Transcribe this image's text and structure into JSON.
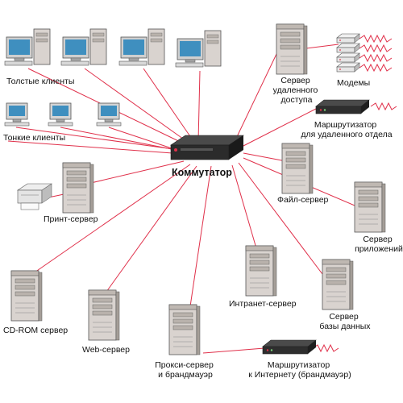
{
  "colors": {
    "wire": "#e0304a",
    "tower": "#d9d3cf",
    "tower_dark": "#a59e98",
    "switch": "#2b2b2b",
    "switch_led": "#e0304a"
  },
  "labels": {
    "fat_clients": "Толстые клиенты",
    "thin_clients": "Тонкие клиенты",
    "switch": "Коммутатор",
    "remote_access_server": [
      "Сервер",
      "удаленного",
      "доступа"
    ],
    "modems": "Модемы",
    "remote_router": [
      "Маршрутизатор",
      "для удаленного отдела"
    ],
    "file_server": "Файл-сервер",
    "app_server": [
      "Сервер",
      "приложений"
    ],
    "print_server": "Принт-сервер",
    "cdrom_server": "CD-ROM сервер",
    "web_server": "Web-сервер",
    "intranet_server": "Интранет-сервер",
    "db_server": [
      "Сервер",
      "базы данных"
    ],
    "proxy_server": [
      "Прокси-сервер",
      "и брандмауэр"
    ],
    "internet_router": [
      "Маршрутизатор",
      "к Интернету (брандмауэр)"
    ]
  },
  "icons": {
    "fat_client": "desktop-pc-icon",
    "thin_client": "terminal-icon",
    "server": "server-tower-icon",
    "switch": "network-switch-icon",
    "router": "router-icon",
    "modem": "modem-icon",
    "printer": "printer-icon"
  }
}
